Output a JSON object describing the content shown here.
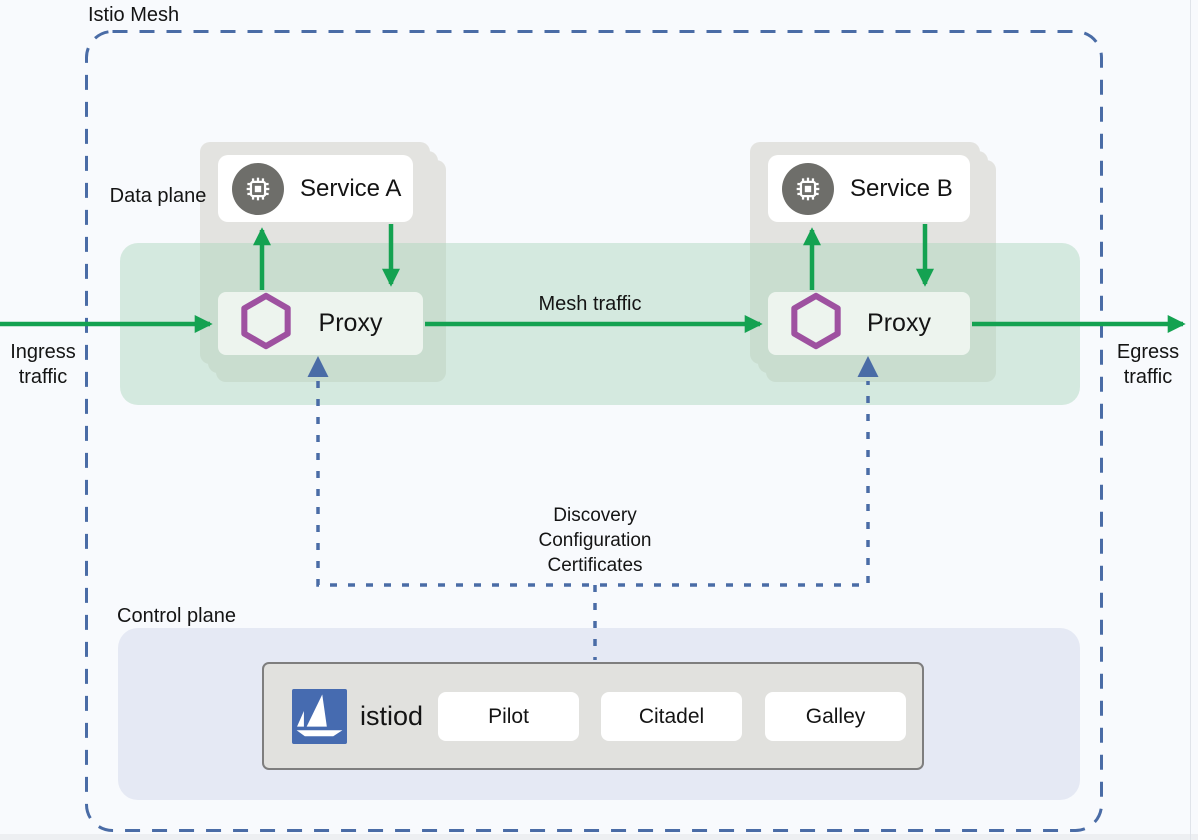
{
  "diagram": {
    "title": "Istio Mesh",
    "zones": {
      "data_plane": "Data plane",
      "control_plane": "Control plane"
    },
    "flows": {
      "ingress": "Ingress traffic",
      "egress": "Egress traffic",
      "mesh": "Mesh traffic",
      "control": [
        "Discovery",
        "Configuration",
        "Certificates"
      ]
    },
    "services": [
      {
        "name": "Service A",
        "proxy": "Proxy"
      },
      {
        "name": "Service B",
        "proxy": "Proxy"
      }
    ],
    "control_plane": {
      "daemon": "istiod",
      "components": [
        "Pilot",
        "Citadel",
        "Galley"
      ]
    },
    "icons": {
      "service": "microchip-icon",
      "proxy": "hexagon-outline-icon",
      "daemon": "istio-sailboat-icon"
    },
    "colors": {
      "traffic_green": "#14a251",
      "control_blue": "#4a6ca6",
      "proxy_purple": "#9e51a0",
      "istio_blue": "#466bb0",
      "band_mint": "#d8ebe0",
      "panel_lavender": "#e5e9f4",
      "card_gray": "#e3e3e0"
    }
  }
}
